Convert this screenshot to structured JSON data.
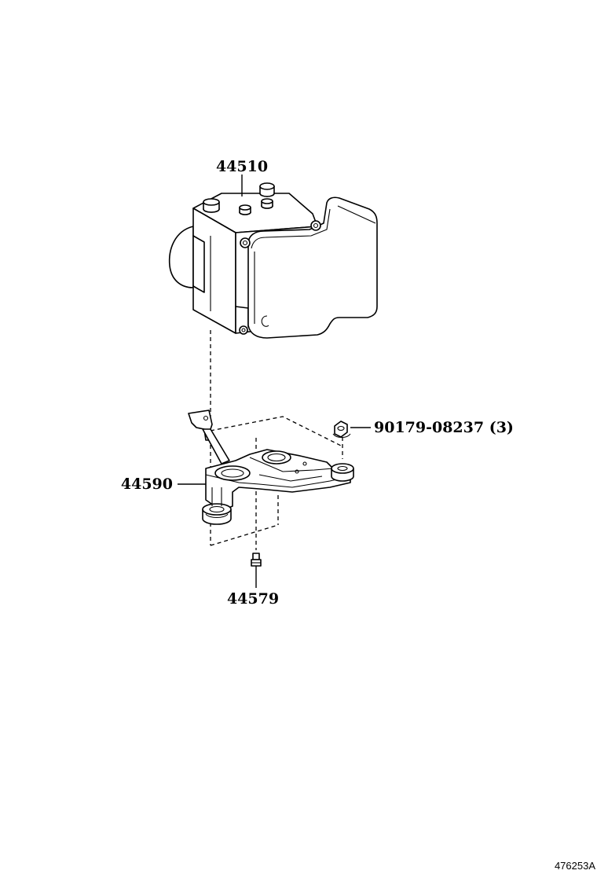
{
  "callouts": {
    "actuator": "44510",
    "nut": "90179-08237 (3)",
    "bracket": "44590",
    "bolt": "44579"
  },
  "illustration_code": "476253A"
}
